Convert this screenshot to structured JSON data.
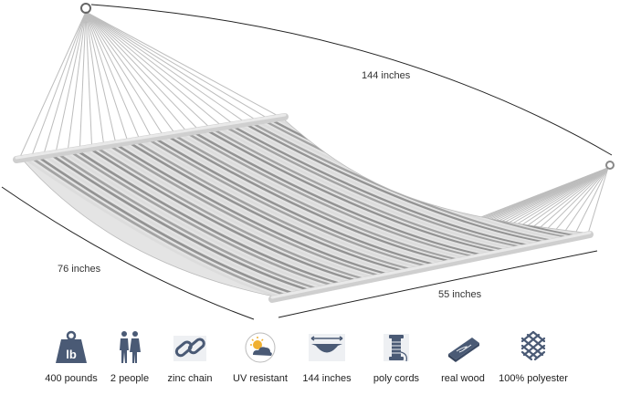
{
  "dimensions": {
    "length": "144 inches",
    "width": "76 inches",
    "bed": "55 inches"
  },
  "features": [
    {
      "label": "400 pounds",
      "icon": "weight-icon"
    },
    {
      "label": "2 people",
      "icon": "people-icon"
    },
    {
      "label": "zinc chain",
      "icon": "chain-icon"
    },
    {
      "label": "UV resistant",
      "icon": "uv-sun-icon"
    },
    {
      "label": "144 inches",
      "icon": "hammock-length-icon"
    },
    {
      "label": "poly cords",
      "icon": "spool-icon"
    },
    {
      "label": "real wood",
      "icon": "wood-plank-icon"
    },
    {
      "label": "100% polyester",
      "icon": "fabric-weave-icon"
    }
  ],
  "colors": {
    "icon": "#4a5a75",
    "stripe_dark": "#8e8e8e",
    "stripe_light": "#dcdcdc",
    "bar": "#d8d8d8"
  }
}
